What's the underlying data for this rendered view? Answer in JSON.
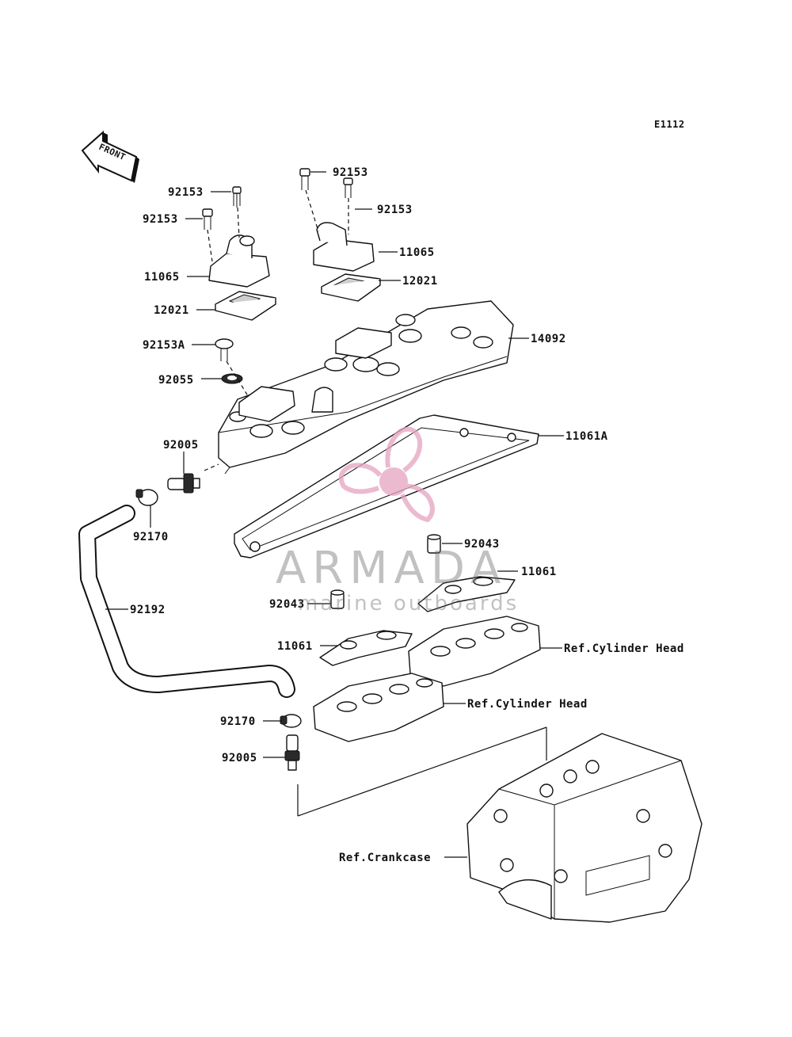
{
  "diagram_code": "E1112",
  "front_arrow_label": "FRONT",
  "callouts": {
    "bolt_92153_top_left_a": "92153",
    "bolt_92153_top_left_b": "92153",
    "bolt_92153_top_right_a": "92153",
    "bolt_92153_top_right_b": "92153",
    "cover_11065_left": "11065",
    "cover_11065_right": "11065",
    "plate_12021_left": "12021",
    "plate_12021_right": "12021",
    "bolt_92153A": "92153A",
    "washer_92055": "92055",
    "head_cover_14092": "14092",
    "gasket_11061A": "11061A",
    "fitting_92005_top": "92005",
    "clamp_92170_top": "92170",
    "hose_92192": "92192",
    "dowel_92043_right": "92043",
    "dowel_92043_left": "92043",
    "gasket_11061_right": "11061",
    "gasket_11061_left": "11061",
    "ref_cyl_head_right": "Ref.Cylinder Head",
    "ref_cyl_head_left": "Ref.Cylinder Head",
    "clamp_92170_bottom": "92170",
    "fitting_92005_bottom": "92005",
    "ref_crankcase": "Ref.Crankcase"
  },
  "watermark": {
    "brand": "ARMADA",
    "tagline": "marine outboards",
    "color": "#e5a3c0"
  }
}
